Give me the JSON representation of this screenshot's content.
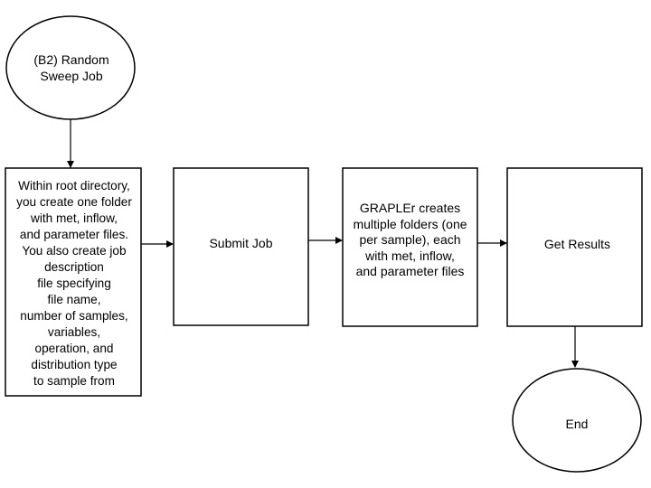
{
  "nodes": {
    "start": {
      "text": "(B2) Random\nSweep Job"
    },
    "prepare": {
      "text": "Within root directory,\nyou create one folder\nwith met, inflow,\nand parameter files.\nYou also create job\ndescription\nfile specifying\nfile name,\nnumber of samples,\nvariables,\noperation, and\ndistribution type\nto sample from"
    },
    "submit": {
      "text": "Submit Job"
    },
    "grapler": {
      "text": "GRAPLEr creates\nmultiple folders (one\nper sample), each\nwith met, inflow,\nand parameter files"
    },
    "results": {
      "text": "Get Results"
    },
    "end": {
      "text": "End"
    }
  },
  "colors": {
    "stroke": "#000000",
    "fill": "#ffffff",
    "text": "#000000"
  }
}
